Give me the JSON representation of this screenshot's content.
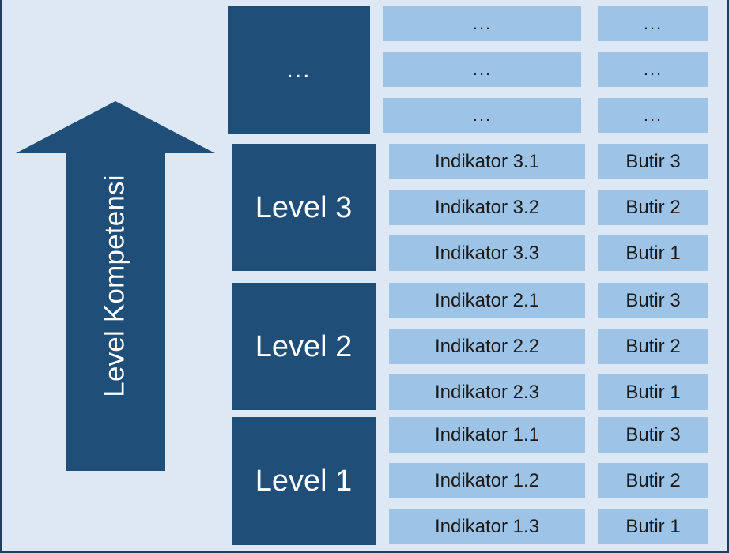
{
  "diagram": {
    "title_axis": "Level Kompetensi",
    "colors": {
      "background": "#dee8f4",
      "dark_blue": "#1f4e79",
      "light_blue": "#9dc3e6",
      "border": "#1f3f5c",
      "dark_text": "#1a1a1a",
      "light_text": "#ffffff"
    },
    "arrow": {
      "name": "up-arrow",
      "label": "Level Kompetensi",
      "direction": "up"
    },
    "groups": [
      {
        "level_label": "...",
        "is_ellipsis": true,
        "indicators": [
          "...",
          "...",
          "..."
        ],
        "butir": [
          "...",
          "...",
          "..."
        ]
      },
      {
        "level_label": "Level 3",
        "is_ellipsis": false,
        "indicators": [
          "Indikator 3.1",
          "Indikator 3.2",
          "Indikator 3.3"
        ],
        "butir": [
          "Butir 3",
          "Butir 2",
          "Butir 1"
        ]
      },
      {
        "level_label": "Level 2",
        "is_ellipsis": false,
        "indicators": [
          "Indikator 2.1",
          "Indikator 2.2",
          "Indikator 2.3"
        ],
        "butir": [
          "Butir 3",
          "Butir 2",
          "Butir 1"
        ]
      },
      {
        "level_label": "Level 1",
        "is_ellipsis": false,
        "indicators": [
          "Indikator 1.1",
          "Indikator 1.2",
          "Indikator 1.3"
        ],
        "butir": [
          "Butir 3",
          "Butir 2",
          "Butir 1"
        ]
      }
    ]
  }
}
